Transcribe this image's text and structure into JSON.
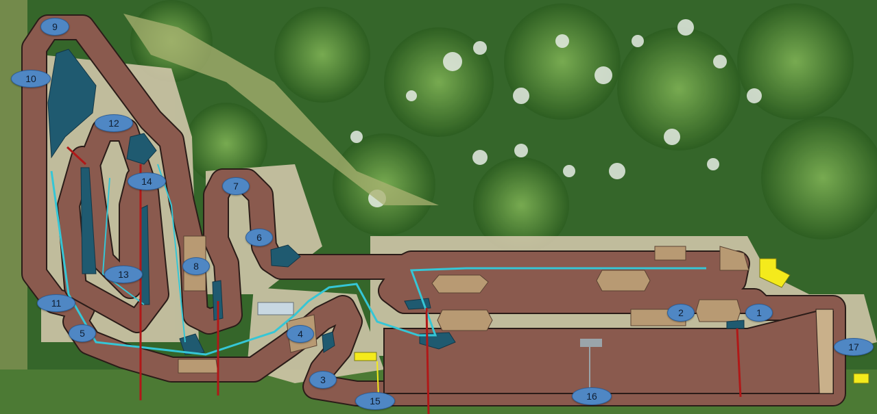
{
  "map": {
    "colors": {
      "vegetation_dark": "#2c5a20",
      "vegetation_light": "#6fa24a",
      "blossom": "#e7ece6",
      "grass": "#a8b070",
      "sand": "#d9cdb3",
      "track": "#8a5a4e",
      "track_edge": "#2a1c18",
      "jump": "#b89a73",
      "pond": "#1e5a70",
      "water_line": "#35c6d6",
      "power_line": "#b01818",
      "building_yellow": "#f4ea1c",
      "building_grey": "#c8d8e2",
      "marker_fill": "#4f87c4"
    },
    "markers": [
      {
        "label": "1"
      },
      {
        "label": "2"
      },
      {
        "label": "3"
      },
      {
        "label": "4"
      },
      {
        "label": "5"
      },
      {
        "label": "6"
      },
      {
        "label": "7"
      },
      {
        "label": "8"
      },
      {
        "label": "9"
      },
      {
        "label": "10"
      },
      {
        "label": "11"
      },
      {
        "label": "12"
      },
      {
        "label": "13"
      },
      {
        "label": "14"
      },
      {
        "label": "15"
      },
      {
        "label": "16"
      },
      {
        "label": "17"
      }
    ]
  }
}
